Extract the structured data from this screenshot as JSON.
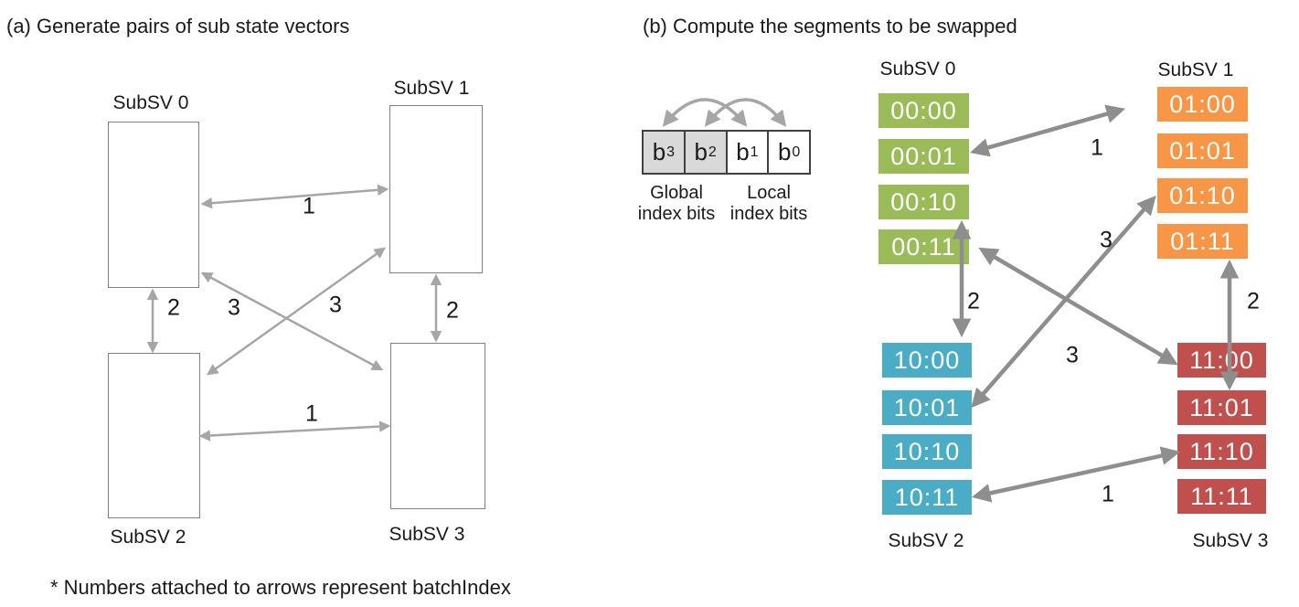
{
  "panel_a": {
    "title": "(a) Generate pairs of sub state vectors",
    "boxes": [
      {
        "label": "SubSV 0"
      },
      {
        "label": "SubSV 1"
      },
      {
        "label": "SubSV 2"
      },
      {
        "label": "SubSV 3"
      }
    ],
    "arrow_labels": [
      "1",
      "2",
      "3",
      "3",
      "2",
      "1"
    ],
    "footnote": "* Numbers attached to arrows represent batchIndex"
  },
  "panel_b": {
    "title": "(b) Compute the segments to be swapped",
    "bit_diagram": {
      "cells": [
        {
          "base": "b",
          "sub": "3",
          "shaded": true
        },
        {
          "base": "b",
          "sub": "2",
          "shaded": true
        },
        {
          "base": "b",
          "sub": "1",
          "shaded": false
        },
        {
          "base": "b",
          "sub": "0",
          "shaded": false
        }
      ],
      "left_label_line1": "Global",
      "left_label_line2": "index bits",
      "right_label_line1": "Local",
      "right_label_line2": "index bits"
    },
    "columns": [
      {
        "label": "SubSV 0",
        "color": "#9bbb59",
        "segments": [
          "00:00",
          "00:01",
          "00:10",
          "00:11"
        ]
      },
      {
        "label": "SubSV 1",
        "color": "#f79646",
        "segments": [
          "01:00",
          "01:01",
          "01:10",
          "01:11"
        ]
      },
      {
        "label": "SubSV 2",
        "color": "#4bacc6",
        "segments": [
          "10:00",
          "10:01",
          "10:10",
          "10:11"
        ]
      },
      {
        "label": "SubSV 3",
        "color": "#c0504d",
        "segments": [
          "11:00",
          "11:01",
          "11:10",
          "11:11"
        ]
      }
    ],
    "arrow_labels": [
      "1",
      "2",
      "2",
      "3",
      "3",
      "1"
    ]
  },
  "colors": {
    "panel_a_arrows": "#a6a6a6",
    "panel_b_arrows": "#8e8e8e",
    "bit_cell_shade": "#d9d9d9",
    "segment_green": "#9bbb59",
    "segment_orange": "#f79646",
    "segment_blue": "#4bacc6",
    "segment_red": "#c0504d"
  }
}
